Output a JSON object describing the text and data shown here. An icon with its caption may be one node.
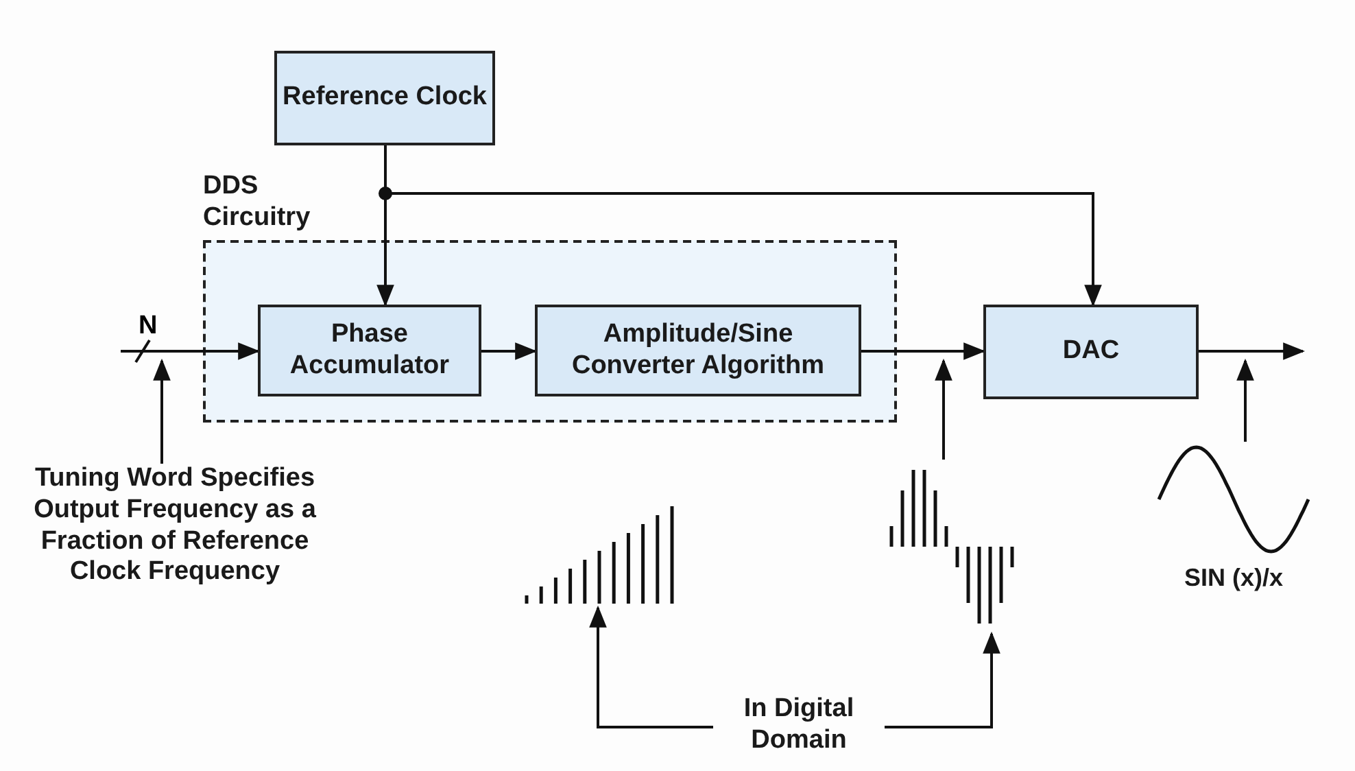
{
  "diagram": {
    "nodes": [
      {
        "text": [
          "Reference Clock"
        ]
      },
      {
        "text": [
          "DDS Circuitry"
        ]
      },
      {
        "text": [
          "Phase Accumulator"
        ],
        "in": 1
      },
      {
        "text": [
          "Amplitude/Sine Converter Algorithm"
        ],
        "in": 1
      },
      {
        "text": [
          "DAC"
        ]
      },
      {
        "text": [
          "Tuning Word Specifies Output Frequency as a Fraction of Reference Clock Frequency"
        ]
      },
      {
        "text": [],
        "shape": "picture"
      },
      {
        "text": [],
        "shape": "picture"
      },
      {
        "text": [],
        "shape": "picture",
        "beside": [
          "SIN (x)/x"
        ]
      },
      {
        "text": [
          "In Digital Domain"
        ]
      }
    ],
    "edges": [
      {
        "from": 0,
        "to": 2,
        "arrow": "to"
      },
      {
        "from": 0,
        "to": 4,
        "arrow": "to"
      },
      {
        "from": null,
        "to": 2,
        "arrow": "to",
        "label": "N"
      },
      {
        "from": 2,
        "to": 3,
        "arrow": "to"
      },
      {
        "from": 3,
        "to": 4,
        "arrow": "to"
      },
      {
        "from": 4,
        "to": null,
        "arrow": "to"
      },
      {
        "from": 5,
        "to": null,
        "arrow": "to"
      },
      {
        "from": 7,
        "to": null,
        "arrow": "to"
      },
      {
        "from": 8,
        "to": null,
        "arrow": "to"
      },
      {
        "from": 9,
        "to": 6,
        "arrow": "to"
      },
      {
        "from": 9,
        "to": 7,
        "arrow": "to"
      }
    ]
  }
}
